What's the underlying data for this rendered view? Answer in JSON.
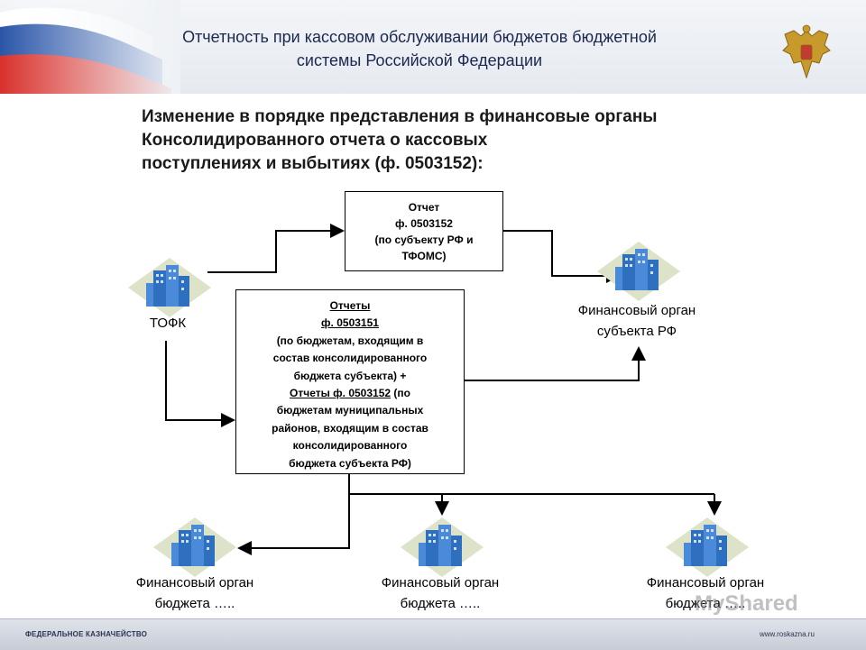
{
  "header": {
    "title_line1": "Отчетность при кассовом обслуживании бюджетов бюджетной",
    "title_line2": "системы Российской Федерации"
  },
  "subtitle": {
    "line1": "Изменение в порядке представления в финансовые органы",
    "line2": "Консолидированного отчета о кассовых",
    "line3": "поступлениях и выбытиях (ф. 0503152):"
  },
  "diagram": {
    "top_box": {
      "line1": "Отчет",
      "line2": "ф. 0503152",
      "line3": "(по субъекту РФ и",
      "line4": "ТФОМС)"
    },
    "middle_box": {
      "line1": "Отчеты",
      "line2": "ф. 0503151",
      "line3": "(по бюджетам, входящим в",
      "line4": "состав консолидированного",
      "line5": "бюджета субъекта) +",
      "line6_underlined": "Отчеты ф. 0503152",
      "line6_rest": " (по",
      "line7": "бюджетам муниципальных",
      "line8": "районов, входящим в состав",
      "line9": "консолидированного",
      "line10": "бюджета субъекта РФ)"
    },
    "nodes": {
      "tofk": "ТОФК",
      "fin_subject_line1": "Финансовый орган",
      "fin_subject_line2": "субъекта РФ",
      "fin_budget_1_line1": "Финансовый орган",
      "fin_budget_1_line2": "бюджета …..",
      "fin_budget_2_line1": "Финансовый орган",
      "fin_budget_2_line2": "бюджета …..",
      "fin_budget_3_line1": "Финансовый орган",
      "fin_budget_3_line2": "бюджета ….."
    }
  },
  "footer": {
    "left": "ФЕДЕРАЛЬНОЕ КАЗНАЧЕЙСТВО",
    "right": "www.roskazna.ru"
  },
  "watermark": "MyShared",
  "colors": {
    "title": "#1b2850",
    "building": "#2f6fc0",
    "diamond": "#dde3c8"
  }
}
